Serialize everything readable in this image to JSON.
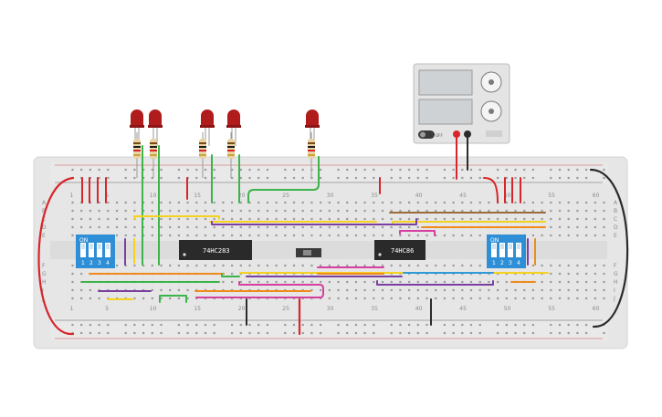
{
  "board": {
    "row_letters_top": [
      "A",
      "B",
      "C",
      "D",
      "E"
    ],
    "row_letters_bottom": [
      "F",
      "G",
      "H",
      "I",
      "J"
    ],
    "column_numbers": [
      "1",
      "5",
      "10",
      "15",
      "20",
      "25",
      "30",
      "35",
      "40",
      "45",
      "50",
      "55",
      "60"
    ]
  },
  "chips": [
    {
      "label": "74HC283"
    },
    {
      "label": "74HC86"
    }
  ],
  "dip_switches": [
    {
      "header": "ON",
      "positions": [
        "1",
        "2",
        "3",
        "4"
      ]
    },
    {
      "header": "ON",
      "positions": [
        "1",
        "2",
        "3",
        "4"
      ]
    }
  ],
  "power_supply": {
    "off_label": "OFF"
  },
  "colors": {
    "board": "#e6e6e6",
    "wire_red": "#d7262b",
    "wire_black": "#2b2b2b",
    "wire_green": "#3cb44b",
    "wire_yellow": "#f5d21f",
    "wire_purple": "#7b3fa0",
    "wire_orange": "#f08a1c",
    "wire_blue": "#2f9ad6",
    "wire_brown": "#9a6a3a",
    "wire_magenta": "#d63fa0",
    "dip_blue": "#2f8fd6",
    "led_red": "#b01b1b"
  }
}
